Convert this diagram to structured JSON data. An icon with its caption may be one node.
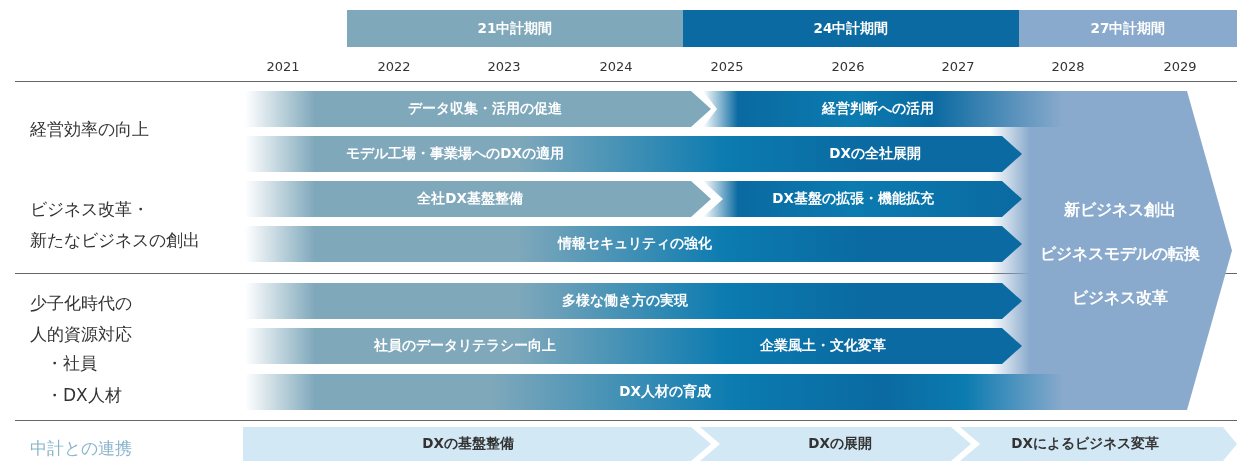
{
  "diagram": {
    "nodes": [
      {
        "text": [
          "21中計期間"
        ]
      },
      {
        "text": [
          "24中計期間"
        ]
      },
      {
        "text": [
          "27中計期間"
        ]
      },
      {
        "text": [
          "新ビジネス創出",
          "ビジネスモデルの転換",
          "ビジネス改革"
        ]
      },
      {
        "text": [
          "データ収集・活用の促進"
        ]
      },
      {
        "text": [
          "経営判断への活用"
        ]
      },
      {
        "text": [
          "モデル工場・事業場へのDXの適用",
          "DXの全社展開"
        ]
      },
      {
        "text": [
          "全社DX基盤整備"
        ]
      },
      {
        "text": [
          "DX基盤の拡張・機能拡充"
        ]
      },
      {
        "text": [
          "情報セキュリティの強化"
        ]
      },
      {
        "text": [
          "多様な働き方の実現"
        ]
      },
      {
        "text": [
          "社員のデータリテラシー向上",
          "企業風土・文化変革"
        ]
      },
      {
        "text": [
          "DX人材の育成"
        ]
      },
      {
        "text": [
          "DXの基盤整備"
        ]
      },
      {
        "text": [
          "DXの展開"
        ]
      },
      {
        "text": [
          "DXによるビジネス変革"
        ]
      }
    ],
    "labels": [
      "2021",
      "2022",
      "2023",
      "2024",
      "2025",
      "2026",
      "2027",
      "2028",
      "2029",
      "経営効率の向上",
      "ビジネス改革・",
      "新たなビジネスの創出",
      "少子化時代の人的資源対応",
      "・社員",
      "・DX人材",
      "中計との連携"
    ]
  }
}
